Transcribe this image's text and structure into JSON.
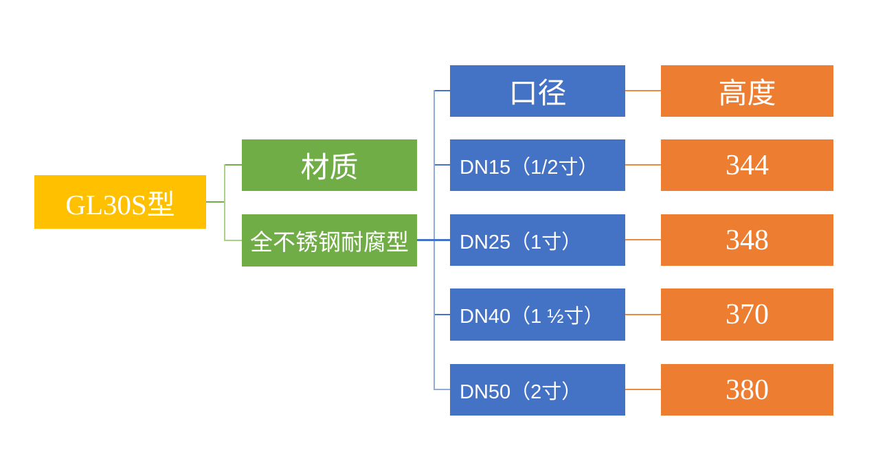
{
  "diagram": {
    "root": {
      "label": "GL30S型"
    },
    "material": {
      "header": "材质",
      "value": "全不锈钢耐腐型"
    },
    "size_table": {
      "diameter_header": "口径",
      "height_header": "高度",
      "rows": [
        {
          "diameter": "DN15（1/2寸）",
          "height": "344"
        },
        {
          "diameter": "DN25（1寸）",
          "height": "348"
        },
        {
          "diameter": "DN40（1 ½寸）",
          "height": "370"
        },
        {
          "diameter": "DN50（2寸）",
          "height": "380"
        }
      ]
    },
    "colors": {
      "root_fill": "#FFC000",
      "material_fill": "#70AD47",
      "diameter_fill": "#4472C4",
      "height_fill": "#ED7D31",
      "text": "#FFFFFF",
      "connector_green_dark": "#70AD47",
      "connector_green_light": "#A9D18E",
      "connector_blue_dark": "#4472C4",
      "connector_blue_light": "#8FAADC",
      "connector_orange": "#ED8A3F",
      "background": "#FFFFFF"
    }
  }
}
